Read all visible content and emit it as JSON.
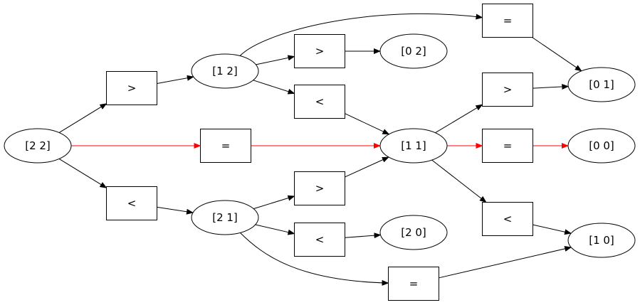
{
  "colors": {
    "default_edge": "#000000",
    "highlight_edge": "#ff0000"
  },
  "nodes": [
    {
      "id": "s22",
      "kind": "state",
      "label": "[2 2]"
    },
    {
      "id": "s12",
      "kind": "state",
      "label": "[1 2]"
    },
    {
      "id": "s21",
      "kind": "state",
      "label": "[2 1]"
    },
    {
      "id": "s02",
      "kind": "state",
      "label": "[0 2]"
    },
    {
      "id": "s11",
      "kind": "state",
      "label": "[1 1]"
    },
    {
      "id": "s20",
      "kind": "state",
      "label": "[2 0]"
    },
    {
      "id": "s01",
      "kind": "state",
      "label": "[0 1]"
    },
    {
      "id": "s00",
      "kind": "state",
      "label": "[0 0]"
    },
    {
      "id": "s10",
      "kind": "state",
      "label": "[1 0]"
    },
    {
      "id": "c22gt",
      "kind": "compare",
      "label": ">"
    },
    {
      "id": "c22eq",
      "kind": "compare",
      "label": "="
    },
    {
      "id": "c22lt",
      "kind": "compare",
      "label": "<"
    },
    {
      "id": "c12eq",
      "kind": "compare",
      "label": "="
    },
    {
      "id": "c12gt",
      "kind": "compare",
      "label": ">"
    },
    {
      "id": "c12lt",
      "kind": "compare",
      "label": "<"
    },
    {
      "id": "c21gt",
      "kind": "compare",
      "label": ">"
    },
    {
      "id": "c21lt",
      "kind": "compare",
      "label": "<"
    },
    {
      "id": "c21eq",
      "kind": "compare",
      "label": "="
    },
    {
      "id": "c11gt",
      "kind": "compare",
      "label": ">"
    },
    {
      "id": "c11eq",
      "kind": "compare",
      "label": "="
    },
    {
      "id": "c11lt",
      "kind": "compare",
      "label": "<"
    }
  ],
  "edges": [
    {
      "from": "s22",
      "to": "c22gt",
      "highlight": false
    },
    {
      "from": "s22",
      "to": "c22eq",
      "highlight": true
    },
    {
      "from": "s22",
      "to": "c22lt",
      "highlight": false
    },
    {
      "from": "c22gt",
      "to": "s12",
      "highlight": false
    },
    {
      "from": "c22eq",
      "to": "s11",
      "highlight": true
    },
    {
      "from": "c22lt",
      "to": "s21",
      "highlight": false
    },
    {
      "from": "s12",
      "to": "c12eq",
      "highlight": false
    },
    {
      "from": "s12",
      "to": "c12gt",
      "highlight": false
    },
    {
      "from": "s12",
      "to": "c12lt",
      "highlight": false
    },
    {
      "from": "c12gt",
      "to": "s02",
      "highlight": false
    },
    {
      "from": "c12lt",
      "to": "s11",
      "highlight": false
    },
    {
      "from": "c12eq",
      "to": "s01",
      "highlight": false
    },
    {
      "from": "s21",
      "to": "c21gt",
      "highlight": false
    },
    {
      "from": "s21",
      "to": "c21lt",
      "highlight": false
    },
    {
      "from": "s21",
      "to": "c21eq",
      "highlight": false
    },
    {
      "from": "c21gt",
      "to": "s11",
      "highlight": false
    },
    {
      "from": "c21lt",
      "to": "s20",
      "highlight": false
    },
    {
      "from": "c21eq",
      "to": "s10",
      "highlight": false
    },
    {
      "from": "s11",
      "to": "c11gt",
      "highlight": false
    },
    {
      "from": "s11",
      "to": "c11eq",
      "highlight": true
    },
    {
      "from": "s11",
      "to": "c11lt",
      "highlight": false
    },
    {
      "from": "c11gt",
      "to": "s01",
      "highlight": false
    },
    {
      "from": "c11eq",
      "to": "s00",
      "highlight": true
    },
    {
      "from": "c11lt",
      "to": "s10",
      "highlight": false
    }
  ]
}
